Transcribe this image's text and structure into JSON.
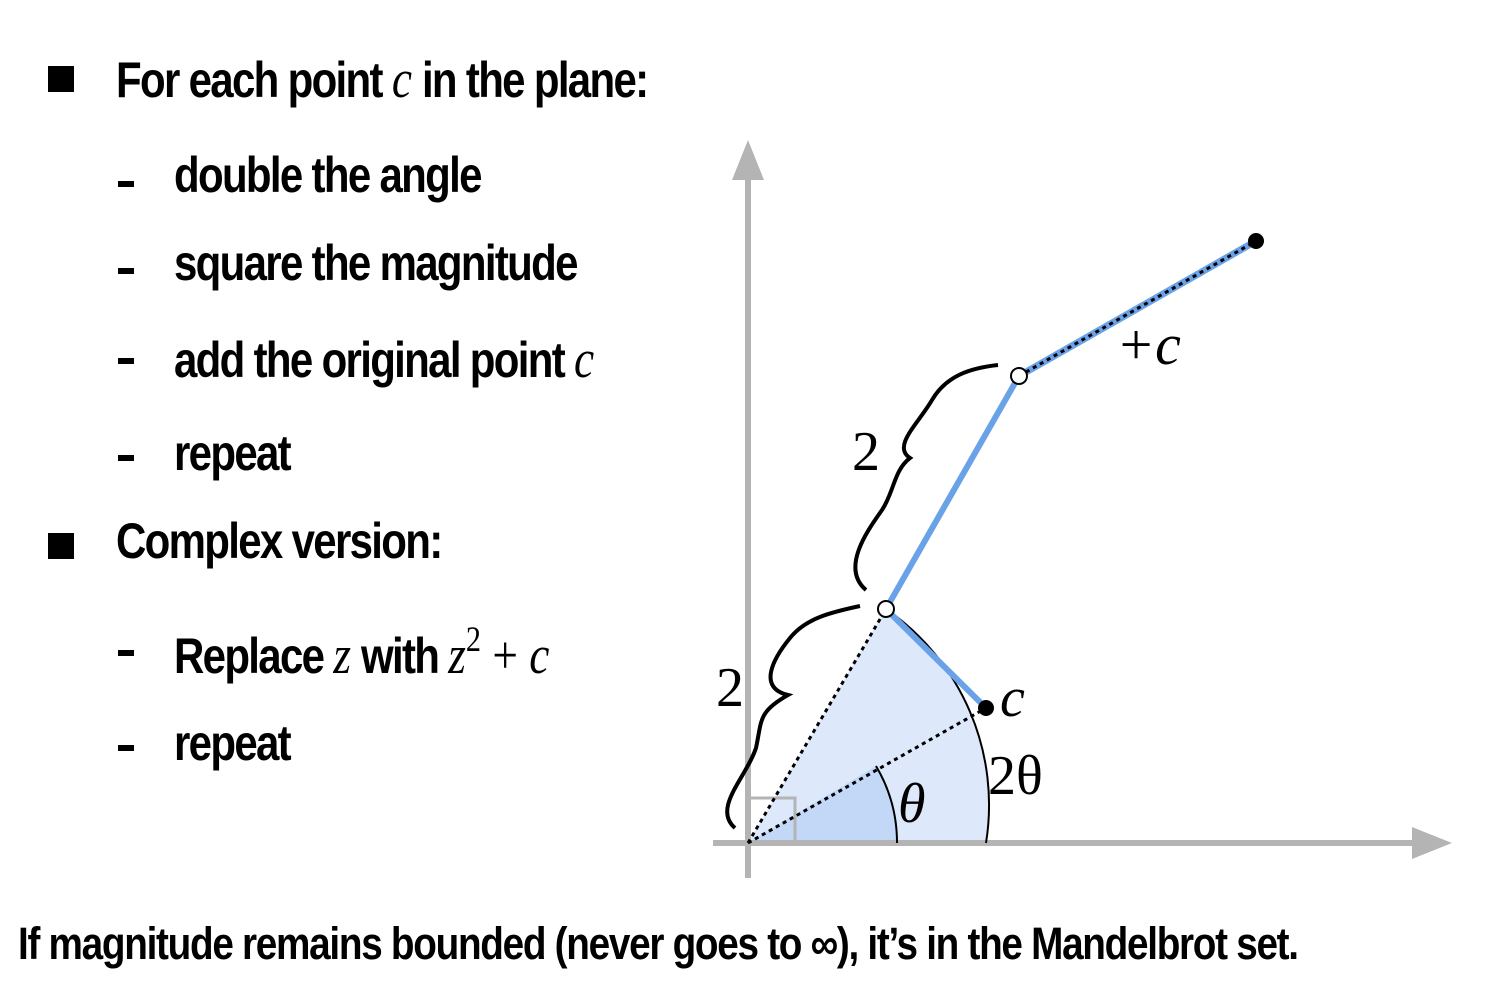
{
  "bullets": {
    "b1": {
      "prefix": "For each point ",
      "var": "c",
      "suffix": " in the plane:"
    },
    "s1": "double the angle",
    "s2": "square the magnitude",
    "s3": {
      "text": "add the original point ",
      "var": "c"
    },
    "s4": "repeat",
    "b2": "Complex version:",
    "s5": {
      "prefix": "Replace ",
      "var1": "z",
      "mid": " with ",
      "var2": "z",
      "exp": "2",
      "op": " + ",
      "var3": "c"
    },
    "s6": "repeat"
  },
  "diagram": {
    "label_plus_c": "+c",
    "label_c": "c",
    "label_theta": "θ",
    "label_2theta": "2θ",
    "label_mag_lower": "2",
    "label_mag_upper": "2"
  },
  "colors": {
    "axis": "#b4b4b4",
    "segment": "#6aa2e8",
    "wedge_outer": "#dde9fb",
    "wedge_inner": "#c2d8f6",
    "text": "#000000"
  },
  "footer": "If magnitude remains bounded (never goes to ∞), it’s in the Mandelbrot set."
}
